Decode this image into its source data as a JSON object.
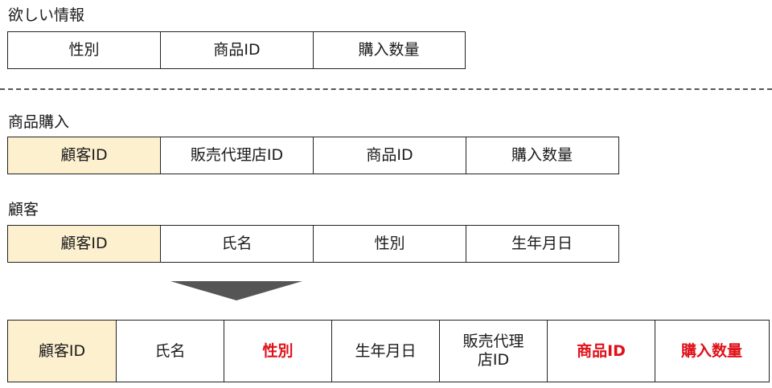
{
  "wanted": {
    "title": "欲しい情報",
    "cells": [
      "性別",
      "商品ID",
      "購入数量"
    ]
  },
  "purchase": {
    "title": "商品購入",
    "cells": [
      "顧客ID",
      "販売代理店ID",
      "商品ID",
      "購入数量"
    ]
  },
  "customer": {
    "title": "顧客",
    "cells": [
      "顧客ID",
      "氏名",
      "性別",
      "生年月日"
    ]
  },
  "result": {
    "cells": [
      "顧客ID",
      "氏名",
      "性別",
      "生年月日",
      "販売代理\n店ID",
      "商品ID",
      "購入数量"
    ]
  },
  "colors": {
    "key_fill": "#fdf0cf",
    "highlight_text": "#e0101a"
  }
}
